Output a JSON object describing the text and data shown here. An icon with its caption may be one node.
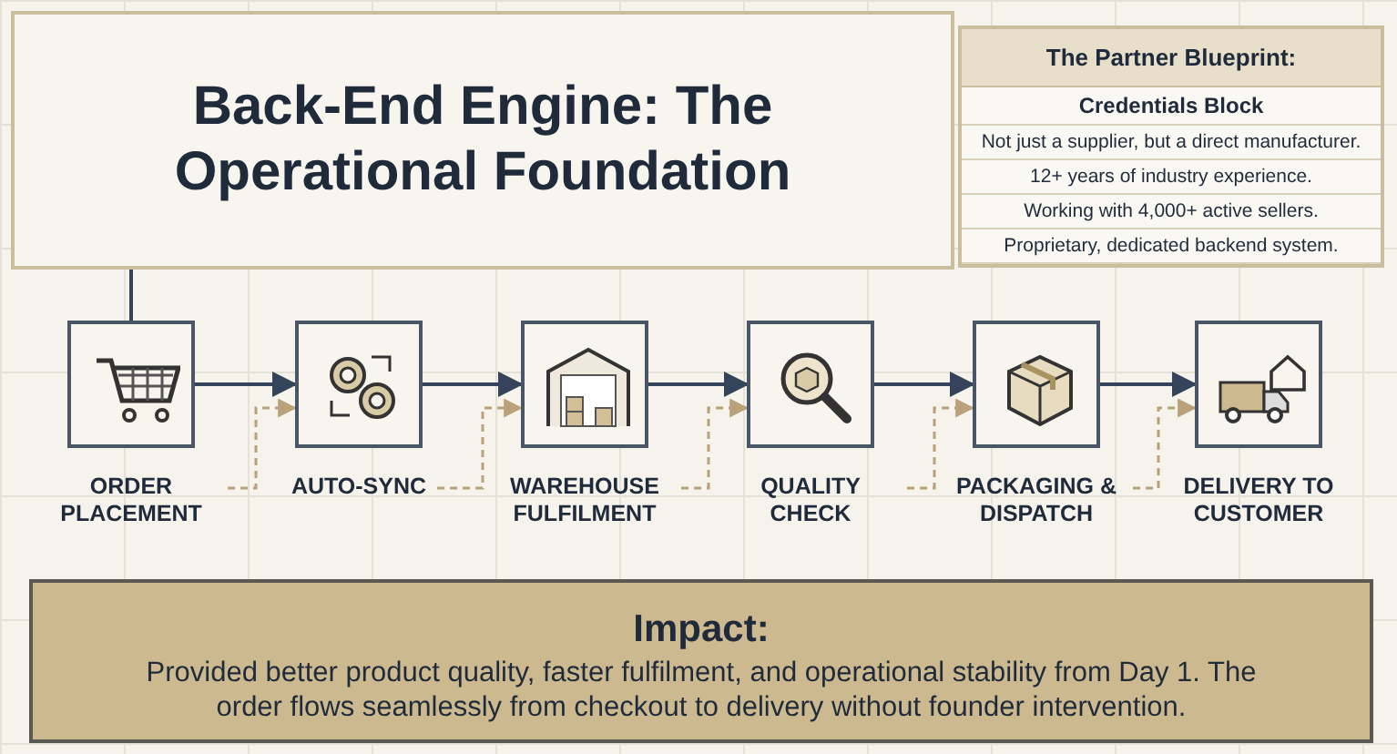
{
  "diagram": {
    "nodes": [
      {
        "text": [
          "Back-End Engine: The Operational Foundation"
        ]
      },
      {
        "text": [
          "The Partner Blueprint:",
          "Credentials Block",
          "Not just a supplier, but a direct manufacturer.",
          "12+ years of industry experience.",
          "Working with 4,000+ active sellers.",
          "Proprietary, dedicated backend system."
        ]
      },
      {
        "text": [
          "ORDER PLACEMENT"
        ]
      },
      {
        "text": [
          "AUTO-SYNC"
        ]
      },
      {
        "text": [
          "WAREHOUSE FULFILMENT"
        ]
      },
      {
        "text": [
          "QUALITY CHECK"
        ]
      },
      {
        "text": [
          "PACKAGING & DISPATCH"
        ]
      },
      {
        "text": [
          "DELIVERY TO CUSTOMER"
        ]
      },
      {
        "text": [
          "Impact:",
          "Provided better product quality, faster fulfilment, and operational stability from Day 1. The order flows seamlessly from checkout to delivery without founder intervention."
        ]
      }
    ],
    "edges": [
      {
        "from": 0,
        "to": 2,
        "arrow": "none"
      },
      {
        "from": 2,
        "to": 3,
        "arrow": "to"
      },
      {
        "from": 3,
        "to": 4,
        "arrow": "to"
      },
      {
        "from": 4,
        "to": 5,
        "arrow": "to"
      },
      {
        "from": 5,
        "to": 6,
        "arrow": "to"
      },
      {
        "from": 6,
        "to": 7,
        "arrow": "to"
      },
      {
        "from": 2,
        "to": 3,
        "arrow": "to",
        "style": "dashed",
        "color": "#b8a27a"
      },
      {
        "from": 3,
        "to": 4,
        "arrow": "to",
        "style": "dashed",
        "color": "#b8a27a"
      },
      {
        "from": 4,
        "to": 5,
        "arrow": "to",
        "style": "dashed",
        "color": "#b8a27a"
      },
      {
        "from": 5,
        "to": 6,
        "arrow": "to",
        "style": "dashed",
        "color": "#b8a27a"
      },
      {
        "from": 6,
        "to": 7,
        "arrow": "to",
        "style": "dashed",
        "color": "#b8a27a"
      }
    ]
  }
}
